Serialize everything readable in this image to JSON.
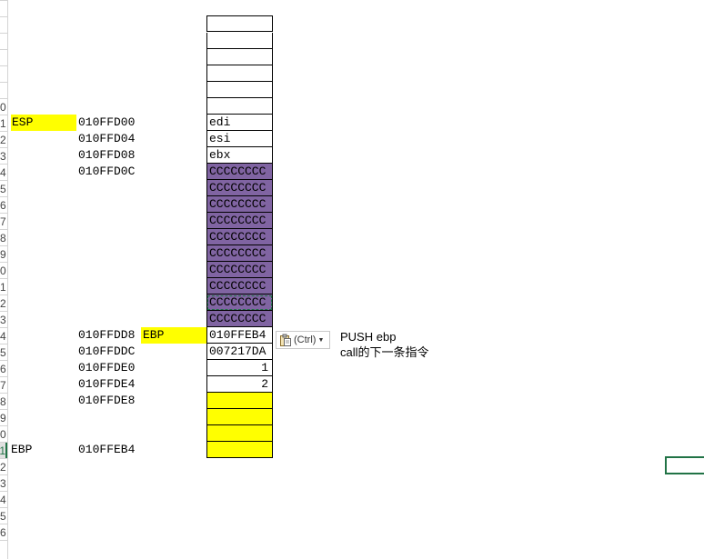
{
  "row_headers": [
    "",
    "",
    "",
    "",
    "",
    "",
    "",
    "0",
    "1",
    "2",
    "3",
    "4",
    "5",
    "6",
    "7",
    "8",
    "9",
    "0",
    "1",
    "2",
    "3",
    "4",
    "5",
    "6",
    "7",
    "8",
    "9",
    "0",
    "1",
    "2",
    "3",
    "4",
    "5",
    "6"
  ],
  "selected_row_index": 28,
  "labels": {
    "esp": "ESP",
    "ebp_top": "EBP",
    "ebp_bottom": "EBP"
  },
  "addresses": [
    "010FFD00",
    "010FFD04",
    "010FFD08",
    "010FFD0C",
    "010FFDD8",
    "010FFDDC",
    "010FFDE0",
    "010FFDE4",
    "010FFDE8",
    "010FFEB4"
  ],
  "stack": {
    "empty_cells": 6,
    "registers": [
      "edi",
      "esi",
      "ebx"
    ],
    "filler": [
      "CCCCCCCC",
      "CCCCCCCC",
      "CCCCCCCC",
      "CCCCCCCC",
      "CCCCCCCC",
      "CCCCCCCC",
      "CCCCCCCC",
      "CCCCCCCC",
      "CCCCCCCC",
      "CCCCCCCC"
    ],
    "saved_ebp": "010FFEB4",
    "return_addr": "007217DA",
    "arg1": "1",
    "arg2": "2",
    "yellow_cells": 4
  },
  "paste_options": {
    "label": "(Ctrl)",
    "icon": "clipboard-icon",
    "dropdown_icon": "chevron-down-icon"
  },
  "notes": {
    "push": "PUSH ebp",
    "call": "call的下一条指令"
  },
  "colors": {
    "highlight": "#ffff00",
    "filler": "#8064a2",
    "selection": "#217346"
  }
}
